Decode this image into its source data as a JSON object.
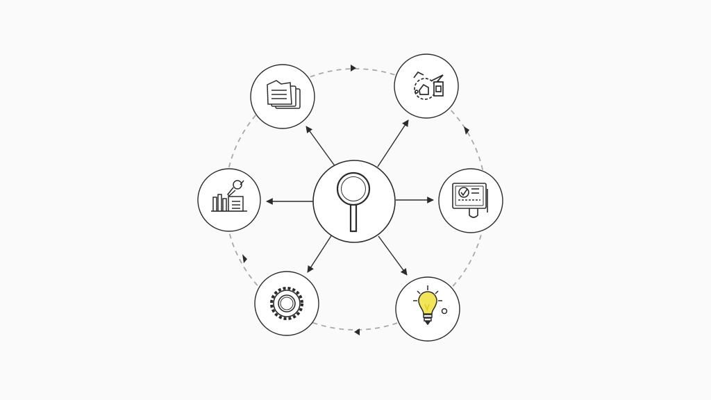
{
  "diagram": {
    "center": {
      "icon": "magnifying-glass-icon"
    },
    "nodes": [
      {
        "id": "documents",
        "icon": "documents-icon"
      },
      {
        "id": "brain-gears",
        "icon": "brain-gears-icon"
      },
      {
        "id": "checklist-board",
        "icon": "checklist-board-icon"
      },
      {
        "id": "idea",
        "icon": "lightbulb-icon",
        "accent": "#f3e55a"
      },
      {
        "id": "settings",
        "icon": "gear-icon"
      },
      {
        "id": "analytics",
        "icon": "bar-chart-icon"
      }
    ],
    "cycle": {
      "direction": "clockwise",
      "style": "dashed"
    }
  },
  "colors": {
    "background": "#fafafa",
    "stroke": "#2b2b2b",
    "dashed": "#a8a8a8",
    "fill": "#ffffff",
    "bulb": "#f3e55a"
  }
}
